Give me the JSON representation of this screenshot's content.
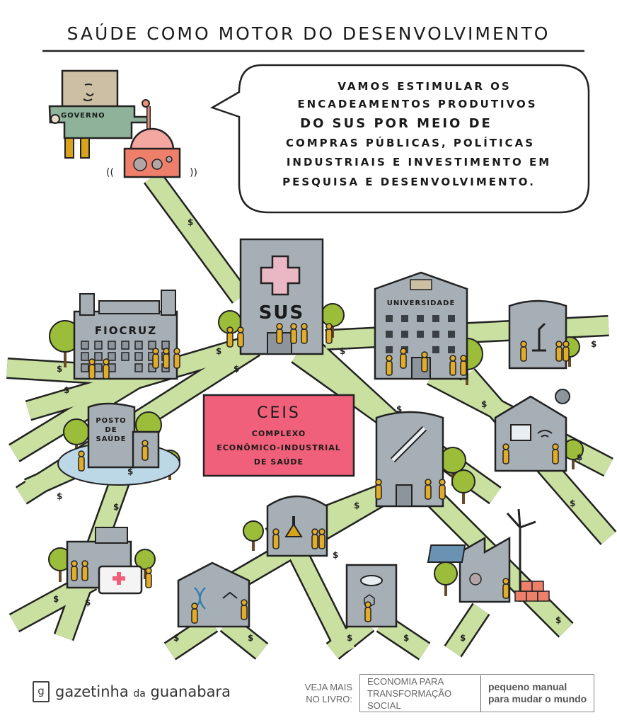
{
  "title": "SAÚDE COMO MOTOR DO DESENVOLVIMENTO",
  "speech_bubble": {
    "lines": [
      "VAMOS ESTIMULAR OS",
      "ENCADEAMENTOS PRODUTIVOS",
      "DO SUS POR MEIO DE",
      "COMPRAS PÚBLICAS, POLÍTICAS",
      "INDUSTRIAIS E INVESTIMENTO EM",
      "PESQUISA E DESENVOLVIMENTO."
    ]
  },
  "character": {
    "label": "GOVERNO"
  },
  "money_symbol": "$",
  "buildings": {
    "sus": "SUS",
    "fiocruz": "FIOCRUZ",
    "universidade": "UNIVERSIDADE",
    "posto": [
      "POSTO",
      "DE",
      "SAÚDE"
    ]
  },
  "ceis": {
    "title": "CEIS",
    "subtitle": [
      "COMPLEXO",
      "ECONÔMICO-INDUSTRIAL",
      "DE SAÚDE"
    ]
  },
  "colors": {
    "road": "#c9e0a0",
    "building": "#a7afb6",
    "ceis": "#f0607a",
    "machine": "#ee7f6b",
    "tree": "#9bbd3a"
  },
  "footer": {
    "brand_main": "gazetinha",
    "brand_small": "da",
    "brand_end": "guanabara",
    "brand_icon": "g",
    "veja": [
      "VEJA MAIS",
      "NO LIVRO:"
    ],
    "book_left": [
      "ECONOMIA PARA",
      "TRANSFORMAÇÃO SOCIAL"
    ],
    "book_right": [
      "pequeno manual",
      "para mudar o mundo"
    ]
  }
}
